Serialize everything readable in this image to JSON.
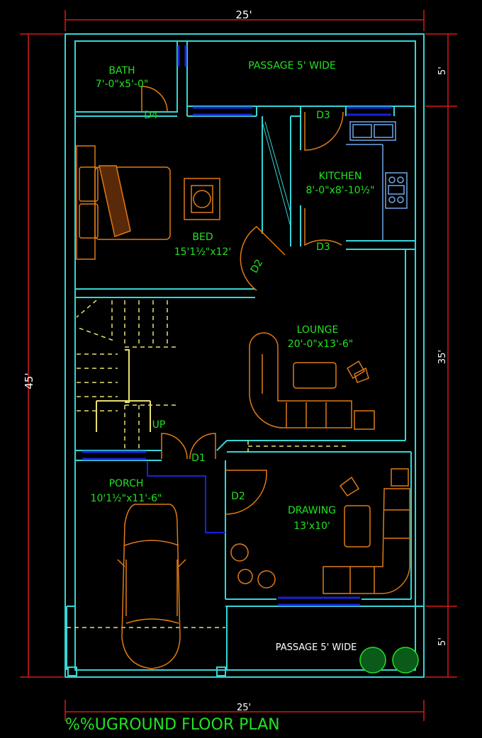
{
  "plan": {
    "title": "%%UGROUND FLOOR PLAN",
    "dimensions": {
      "top_width": "25'",
      "bottom_width": "25'",
      "left_height": "45'",
      "right_top": "5'",
      "right_middle": "35'",
      "right_bottom": "5'"
    },
    "rooms": {
      "bath": {
        "name": "BATH",
        "size": "7'-0\"x5'-0\""
      },
      "passage_top": {
        "name": "PASSAGE 5' WIDE"
      },
      "kitchen": {
        "name": "KITCHEN",
        "size": "8'-0\"x8'-10½\""
      },
      "bed": {
        "name": "BED",
        "size": "15'1½\"x12'"
      },
      "lounge": {
        "name": "LOUNGE",
        "size": "20'-0\"x13'-6\""
      },
      "porch": {
        "name": "PORCH",
        "size": "10'1½\"x11'-6\""
      },
      "drawing": {
        "name": "DRAWING",
        "size": "13'x10'"
      },
      "passage_bottom": {
        "name": "PASSAGE 5' WIDE"
      }
    },
    "doors": {
      "d4": "D4",
      "d3_top": "D3",
      "d3_bottom": "D3",
      "d2_bed": "D2",
      "d1": "D1",
      "d2_drawing": "D2"
    },
    "stair_label": "UP"
  },
  "colors": {
    "wall": "#35d6d6",
    "dimension": "#d81818",
    "label": "#22e222",
    "furniture": "#e07a16",
    "window": "#1a22d8",
    "stair": "#e8e070",
    "fixture": "#6fa8e8"
  }
}
